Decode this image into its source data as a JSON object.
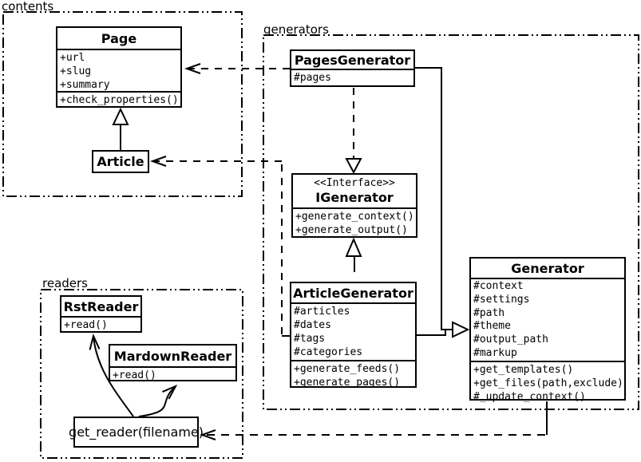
{
  "diagram": {
    "packages": {
      "contents": {
        "label": "contents"
      },
      "generators": {
        "label": "generators"
      },
      "readers": {
        "label": "readers"
      }
    },
    "classes": {
      "page": {
        "name": "Page",
        "attributes": [
          "+url",
          "+slug",
          "+summary"
        ],
        "methods": [
          "+check_properties()"
        ]
      },
      "article": {
        "name": "Article"
      },
      "pages_generator": {
        "name": "PagesGenerator",
        "attributes": [
          "#pages"
        ]
      },
      "igenerator": {
        "stereotype": "<<Interface>>",
        "name": "IGenerator",
        "methods": [
          "+generate_context()",
          "+generate_output()"
        ]
      },
      "article_generator": {
        "name": "ArticleGenerator",
        "attributes": [
          "#articles",
          "#dates",
          "#tags",
          "#categories"
        ],
        "methods": [
          "+generate_feeds()",
          "+generate_pages()"
        ]
      },
      "generator": {
        "name": "Generator",
        "attributes": [
          "#context",
          "#settings",
          "#path",
          "#theme",
          "#output_path",
          "#markup"
        ],
        "methods": [
          "+get_templates()",
          "+get_files(path,exclude)",
          "#_update_context()"
        ]
      },
      "rst_reader": {
        "name": "RstReader",
        "methods": [
          "+read()"
        ]
      },
      "mardown_reader": {
        "name": "MardownReader",
        "methods": [
          "+read()"
        ]
      }
    },
    "function_box": {
      "label": "get_reader(filename)"
    },
    "colors": {
      "line": "#000000",
      "background": "#ffffff"
    }
  }
}
